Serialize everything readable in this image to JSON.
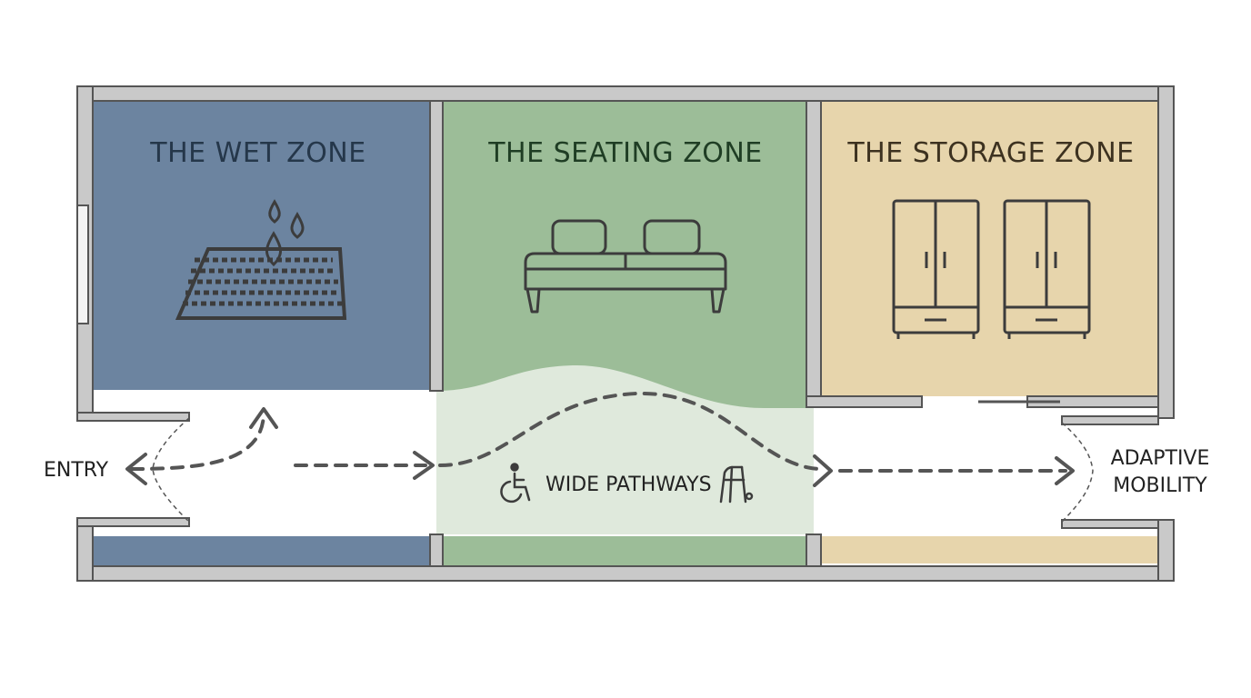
{
  "zones": {
    "wet": {
      "label": "THE WET ZONE",
      "icon": "shower-mat-icon",
      "color": "#6c84a0",
      "text_color": "#25374a"
    },
    "seating": {
      "label": "THE SEATING ZONE",
      "icon": "sofa-icon",
      "color": "#9cbd98",
      "text_color": "#1f3d24"
    },
    "storage": {
      "label": "THE STORAGE ZONE",
      "icon": "wardrobe-icon",
      "color": "#e7d5ac",
      "text_color": "#3d3220"
    }
  },
  "pathway": {
    "label": "WIDE PATHWAYS",
    "icons": [
      "wheelchair-icon",
      "walker-icon"
    ],
    "highlight_color": "#dfe9dc"
  },
  "entry_label": "ENTRY",
  "exit_label_lines": [
    "ADAPTIVE",
    "MOBILITY"
  ],
  "colors": {
    "wall_fill": "#c9c9c9",
    "wall_stroke": "#555555",
    "arrow": "#555555",
    "icon_stroke": "#3c3c3c"
  }
}
